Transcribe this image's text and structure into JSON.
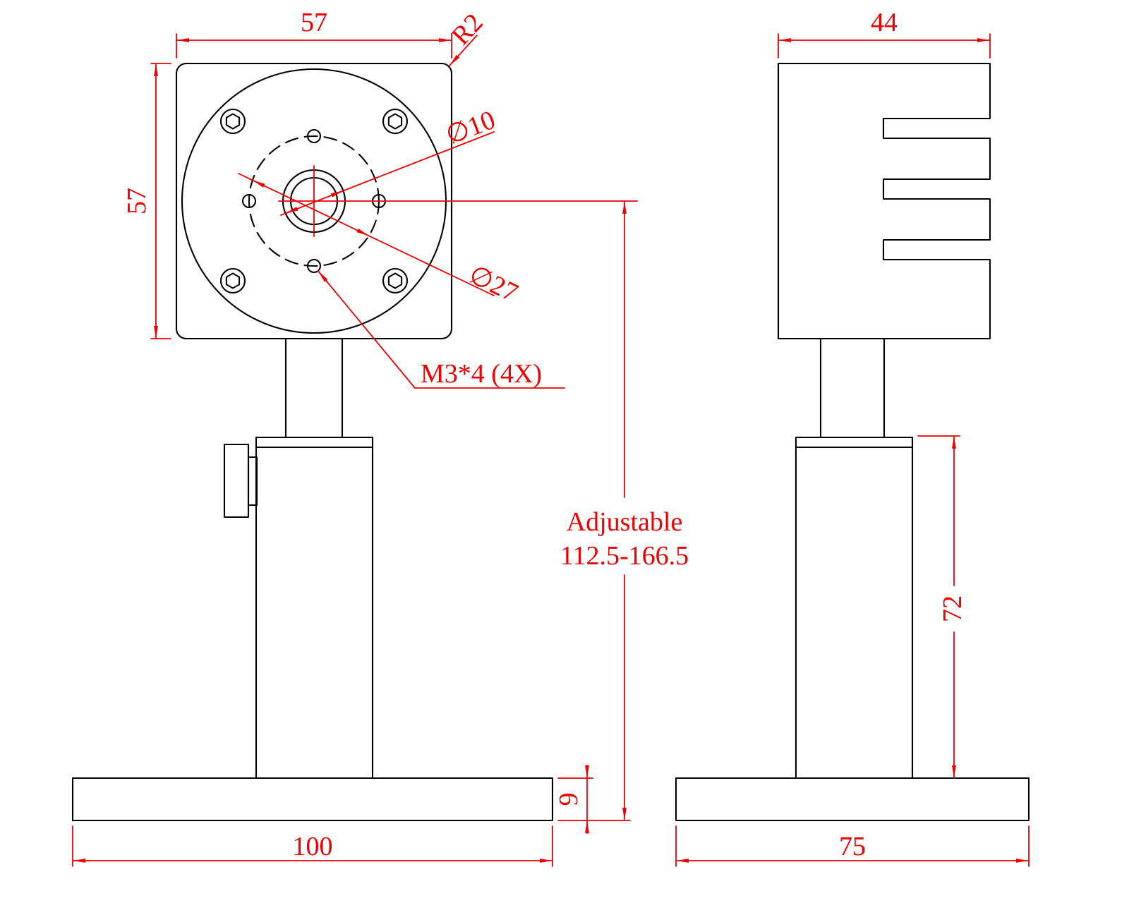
{
  "front_view": {
    "plate_width": "57",
    "plate_height": "57",
    "corner_radius": "R2",
    "aperture_diameter": "∅10",
    "bolt_circle_diameter": "∅27",
    "mounting_holes": "M3*4 (4X)",
    "base_width": "100",
    "base_thickness": "9",
    "adjustable_label": "Adjustable",
    "adjustable_range": "112.5-166.5"
  },
  "side_view": {
    "head_width": "44",
    "post_height": "72",
    "base_width": "75"
  },
  "colors": {
    "geometry": "#000000",
    "dimensions": "#ee0000"
  }
}
